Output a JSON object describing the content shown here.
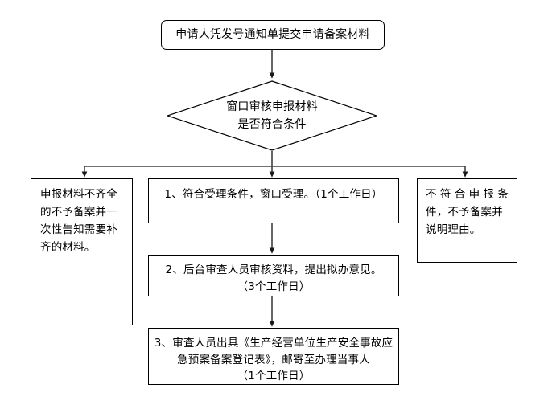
{
  "diagram": {
    "title_node": {
      "id": "start",
      "shape": "rounded-rectangle",
      "text": "申请人凭发号通知单提交申请备案材料"
    },
    "decision_node": {
      "id": "decision",
      "shape": "diamond",
      "text": "窗口审核申报材料\n是否符合条件"
    },
    "left_outcome": {
      "id": "left-outcome",
      "shape": "rectangle",
      "text": "申报材料不齐全的不予备案并一次性告知需要补齐的材料。"
    },
    "right_outcome": {
      "id": "right-outcome",
      "shape": "rectangle",
      "line1": "不符合申报条",
      "line2": "件，不予备案并",
      "line3": "说明理由。"
    },
    "steps": [
      {
        "id": "step-1",
        "shape": "rectangle",
        "text": "1、符合受理条件，窗口受理。（1个工作日）"
      },
      {
        "id": "step-2",
        "shape": "rectangle",
        "text": "2、后台审查人员审核资料，提出拟办意见。\n（3个工作日）"
      },
      {
        "id": "step-3",
        "shape": "rectangle",
        "text": "3、审查人员出具《生产经营单位生产安全事故应\n急预案备案登记表》，邮寄至办理当事人\n（1个工作日）"
      }
    ],
    "colors": {
      "stroke": "#000000",
      "connector": "#404040",
      "background": "#ffffff",
      "text": "#000000"
    }
  }
}
